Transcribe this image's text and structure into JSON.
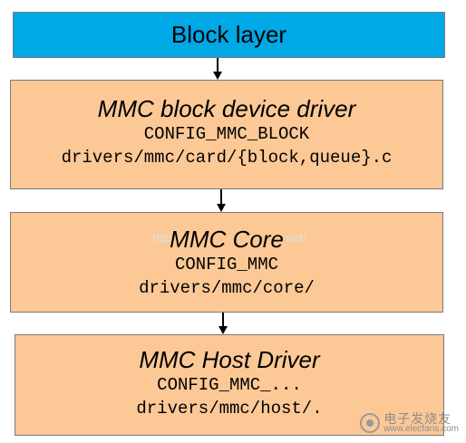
{
  "block_layer": {
    "label": "Block layer",
    "color": "#00a8e6"
  },
  "layer_color": "#fcc896",
  "mmc_block": {
    "title": "MMC block device driver",
    "config": "CONFIG_MMC_BLOCK",
    "path": "drivers/mmc/card/{block,queue}.c"
  },
  "mmc_core": {
    "title": "MMC Core",
    "config": "CONFIG_MMC",
    "path": "drivers/mmc/core/"
  },
  "mmc_host": {
    "title": "MMC Host Driver",
    "config": "CONFIG_MMC_...",
    "path": "drivers/mmc/host/."
  },
  "watermark": {
    "left": "http",
    "right": "net/"
  },
  "logo": {
    "icon": "elecfans-logo-icon",
    "name_cn": "电子发烧友",
    "name_en": "www.elecfans.com"
  }
}
